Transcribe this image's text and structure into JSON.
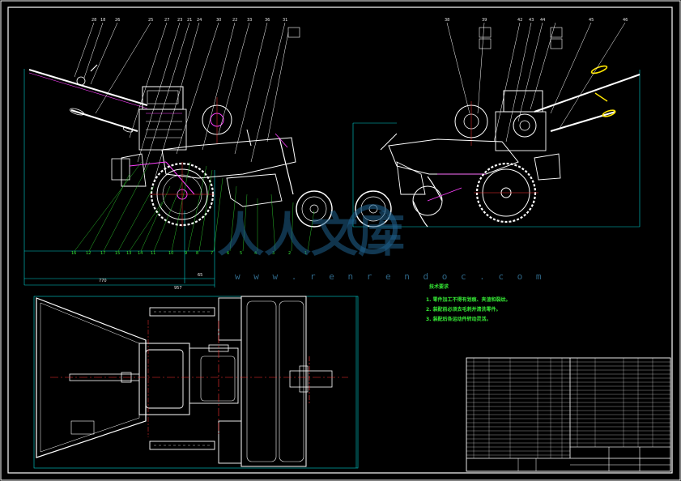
{
  "colors": {
    "background": "#000000",
    "frame": "#ffffff",
    "dimension": "#00d2d2",
    "drawing": "#ffffff",
    "centerline": "#ff3030",
    "leader": "#ffffff",
    "hidden": "#ff40ff",
    "highlight": "#ffe600",
    "text_green": "#35e835",
    "watermark": "#1e5f8a"
  },
  "watermark": {
    "brand": "人人文库",
    "url": "w w w . r e n r e n d o c . c o m"
  },
  "technical_requirements": {
    "title": "技术要求",
    "lines": [
      "1. 零件加工不得有划痕、夹渣和裂纹。",
      "2. 装配前必须去毛刺并清洗零件。",
      "3. 装配后各运动件转动灵活。"
    ]
  },
  "left_view": {
    "top_labels": [
      "28",
      "18",
      "26",
      "25",
      "27",
      "23",
      "21",
      "24",
      "30",
      "22",
      "33",
      "36",
      "31"
    ],
    "bottom_labels": [
      "16",
      "12",
      "17",
      "15",
      "13",
      "14",
      "11",
      "10",
      "9",
      "8",
      "7",
      "6",
      "5",
      "4",
      "3",
      "2",
      "1"
    ],
    "dims": [
      "770",
      "65",
      "957"
    ]
  },
  "right_view": {
    "top_labels": [
      "38",
      "39",
      "42",
      "43",
      "44",
      "45",
      "46"
    ]
  },
  "icons": [
    "wheel-icon",
    "gear-icon",
    "engine-block-icon",
    "handle-bar-icon"
  ]
}
